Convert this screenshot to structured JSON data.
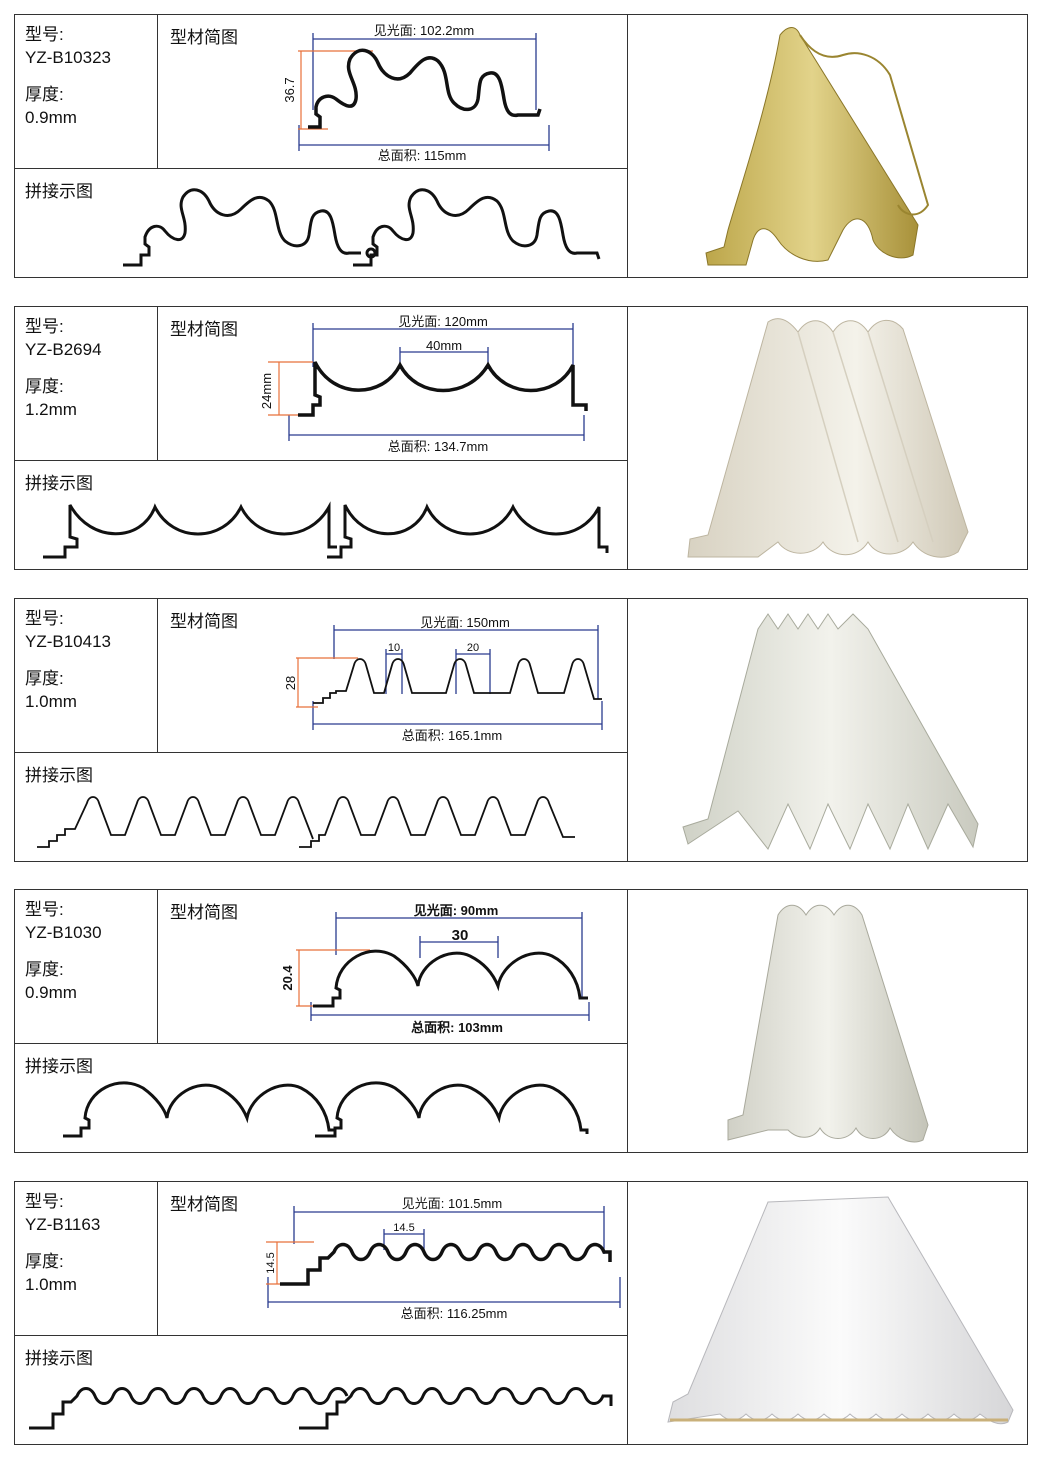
{
  "labels": {
    "model": "型号:",
    "thickness": "厚度:",
    "profile": "型材简图",
    "splice": "拼接示图"
  },
  "products": [
    {
      "model": "YZ-B10323",
      "thickness": "0.9mm",
      "visible_width": "见光面: 102.2mm",
      "total_width": "总面积: 115mm",
      "height": "36.7",
      "extra": [],
      "color": "#c8b45a"
    },
    {
      "model": "YZ-B2694",
      "thickness": "1.2mm",
      "visible_width": "见光面: 120mm",
      "total_width": "总面积: 134.7mm",
      "height": "24mm",
      "extra": [
        "40mm"
      ],
      "color": "#ece9e0"
    },
    {
      "model": "YZ-B10413",
      "thickness": "1.0mm",
      "visible_width": "见光面: 150mm",
      "total_width": "总面积: 165.1mm",
      "height": "28",
      "extra": [
        "10",
        "20"
      ],
      "color": "#e6e7df"
    },
    {
      "model": "YZ-B1030",
      "thickness": "0.9mm",
      "visible_width": "见光面: 90mm",
      "total_width": "总面积: 103mm",
      "height": "20.4",
      "extra": [
        "30"
      ],
      "color": "#e8e8e0"
    },
    {
      "model": "YZ-B1163",
      "thickness": "1.0mm",
      "visible_width": "见光面: 101.5mm",
      "total_width": "总面积: 116.25mm",
      "height": "14.5",
      "extra": [
        "14.5"
      ],
      "color": "#f0f0ee"
    }
  ]
}
